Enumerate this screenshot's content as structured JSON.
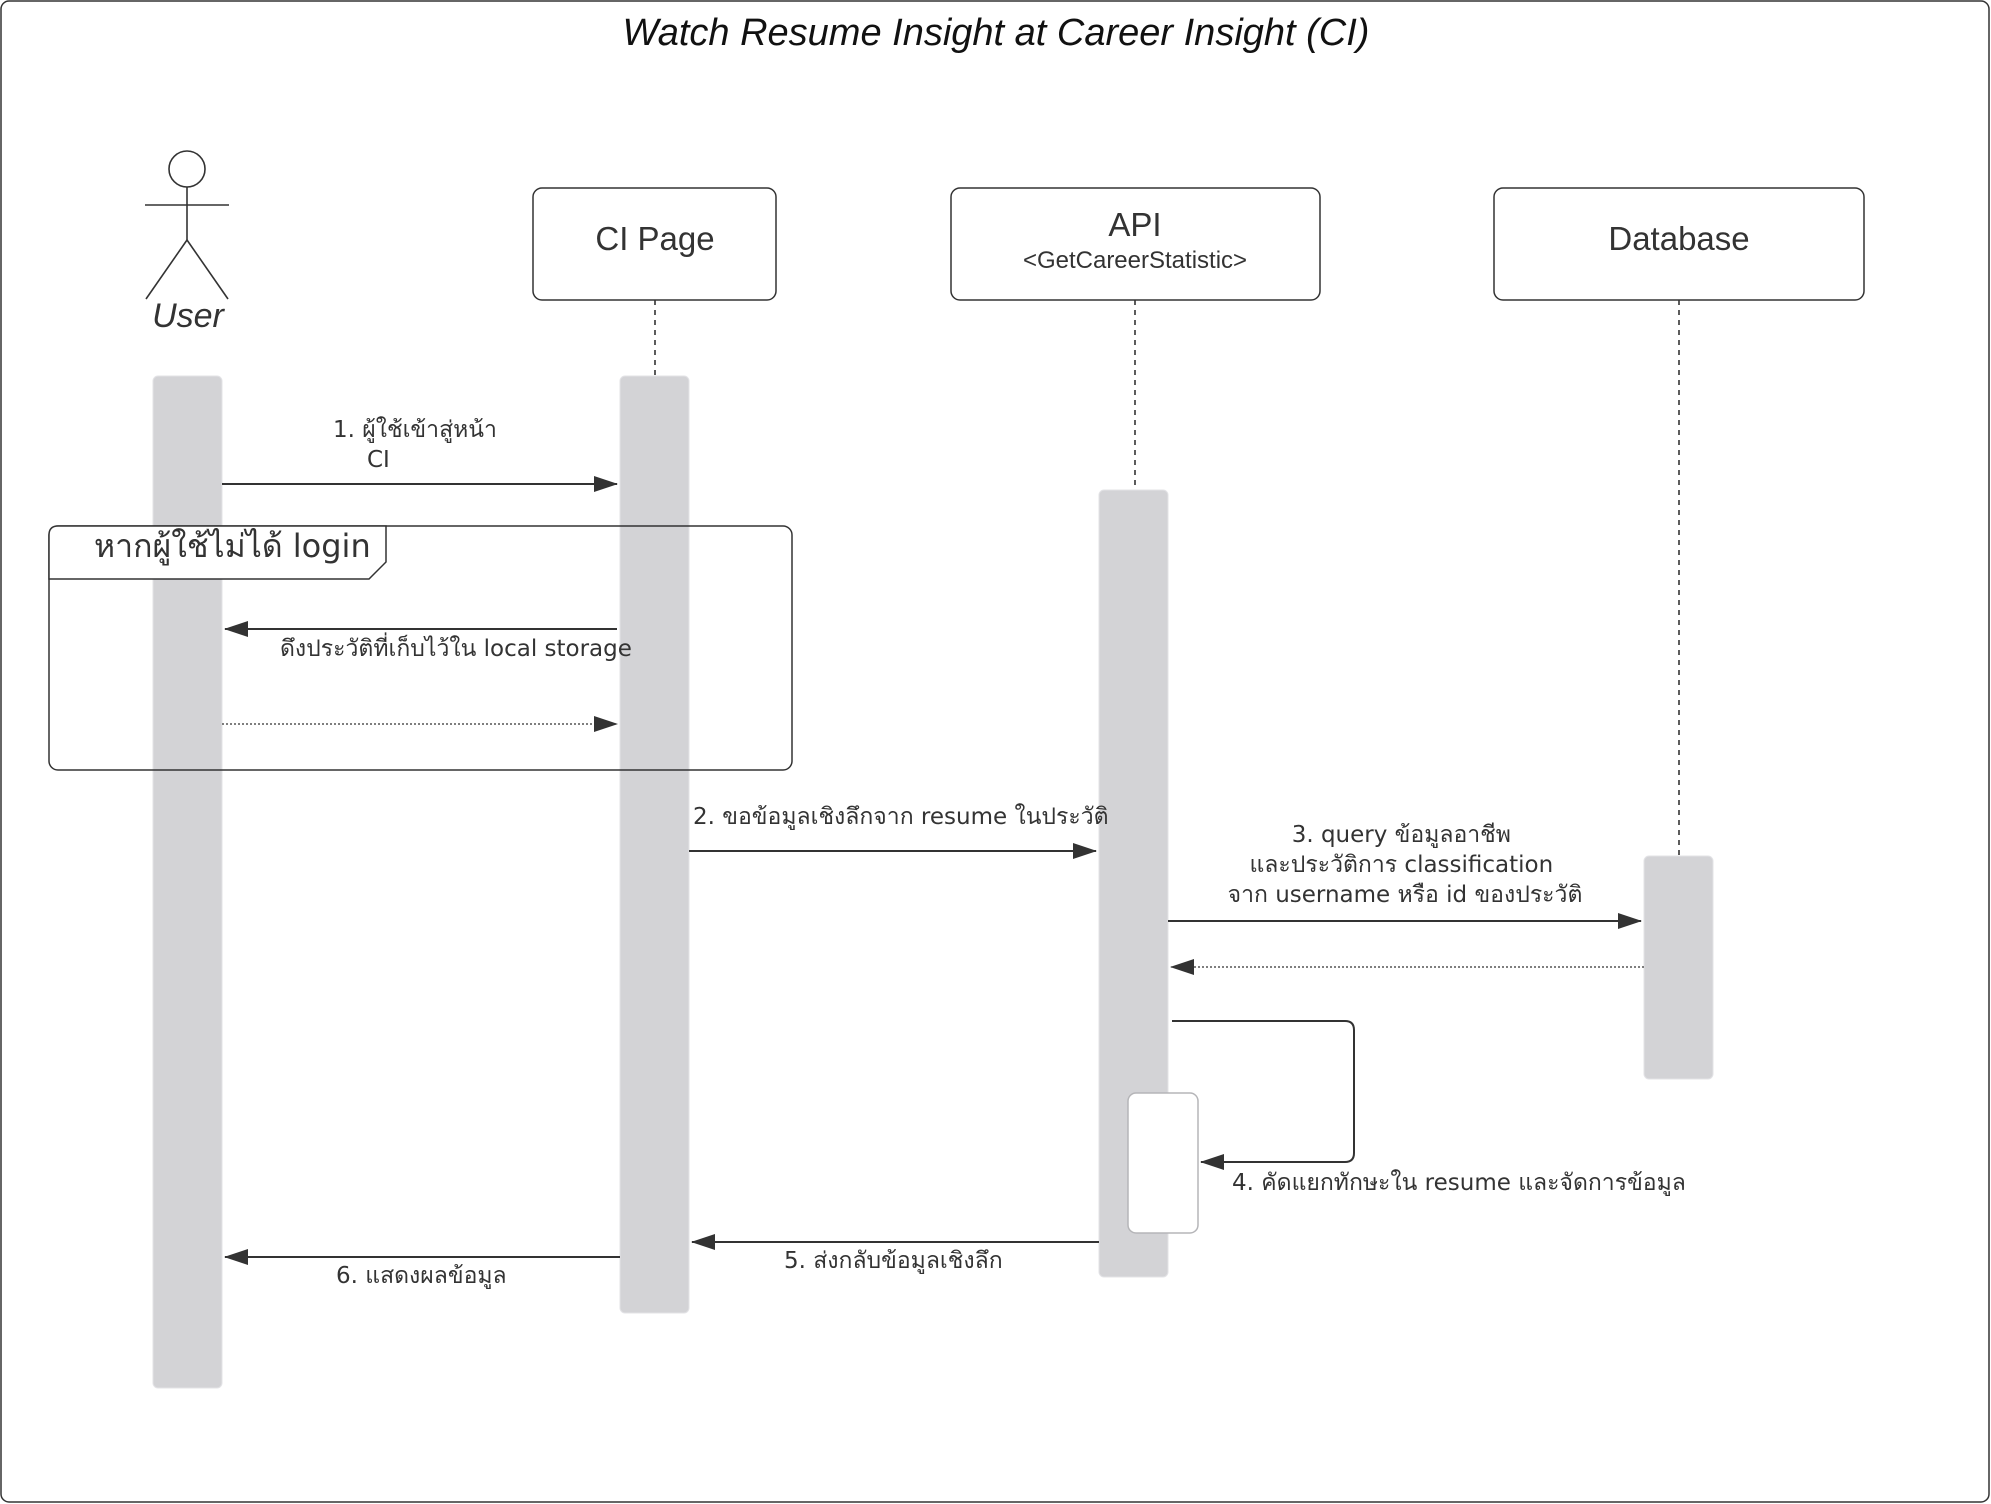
{
  "title": "Watch Resume Insight at Career Insight (CI)",
  "participants": {
    "user": {
      "label": "User",
      "type": "actor"
    },
    "ci_page": {
      "label": "CI Page"
    },
    "api": {
      "label": "API",
      "subtitle": "<GetCareerStatistic>"
    },
    "database": {
      "label": "Database"
    }
  },
  "fragment": {
    "label": "หากผู้ใช้ไม่ได้ login"
  },
  "messages": {
    "m1": {
      "lines": [
        "1. ผู้ใช้เข้าสู่หน้า",
        "CI"
      ],
      "from": "User",
      "to": "CI Page",
      "style": "solid"
    },
    "m_ls": {
      "lines": [
        "ดึงประวัติที่เก็บไว้ใน local storage"
      ],
      "from": "CI Page",
      "to": "User",
      "style": "solid"
    },
    "m_ls_return": {
      "lines": [],
      "from": "User",
      "to": "CI Page",
      "style": "dotted"
    },
    "m2": {
      "lines": [
        "2. ขอข้อมูลเชิงลึกจาก resume ในประวัติ"
      ],
      "from": "CI Page",
      "to": "API",
      "style": "solid"
    },
    "m3": {
      "lines": [
        "3. query ข้อมูลอาชีพ",
        "และประวัติการ classification",
        "จาก username หรือ id ของประวัติ"
      ],
      "from": "API",
      "to": "Database",
      "style": "solid"
    },
    "m3_return": {
      "lines": [],
      "from": "Database",
      "to": "API",
      "style": "dotted"
    },
    "m4": {
      "lines": [
        "4. คัดแยกทักษะใน resume และจัดการข้อมูล"
      ],
      "from": "API",
      "to": "API",
      "style": "self"
    },
    "m5": {
      "lines": [
        "5. ส่งกลับข้อมูลเชิงลึก"
      ],
      "from": "API",
      "to": "CI Page",
      "style": "solid"
    },
    "m6": {
      "lines": [
        "6. แสดงผลข้อมูล"
      ],
      "from": "CI Page",
      "to": "User",
      "style": "solid"
    }
  }
}
